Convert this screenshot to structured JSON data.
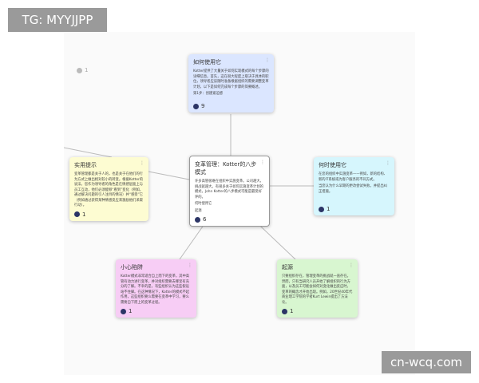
{
  "watermark_top": "TG: MYYJJPP",
  "watermark_bottom": "cn-wcq.com",
  "stray_badge": "1",
  "cards": {
    "top": {
      "title": "如何使用它",
      "body": "Kotter提供了大量关于如何实现模式的每个步骤的详细信息。首先，这在很大程度上取决于具体的职位，领导者应该随时准备根据组织的需要调整变革计划，以下是如何完成每个步骤的简要概述。",
      "extra": "第1步：创建紧迫感",
      "count": "9",
      "color": "#dbe6ff"
    },
    "center": {
      "title": "变革管理：Kotter的八步模式",
      "body": "许多高管很难在组织中实施变革。公司越大，挑战就越大。有很多关于如何实施变革计划的模式，John Kotter的八步模式可能是最受好评的。",
      "extra1": "何时使用它",
      "extra2": "起源",
      "count": "6",
      "color": "#ffffff"
    },
    "left": {
      "title": "实用提示",
      "body": "变革管理都是关于人的，也是关于在他们的行为方式上做出相对较小的转变。根据Kotter的说法，您作为领导者的角色是在情感层面上与员工互动，他们必须能够“看到”变化（例如，通过解决问题的引人注目的情况）并“感受”它（例如通过获得某种情感反应来激励他们采取行动）。",
      "count": "1",
      "color": "#fdfcd2"
    },
    "right": {
      "title": "何时使用它",
      "body": "在您的组织中实施变革——例如，新的结构、新的IT系统或为客户服务的不同方式。",
      "body2": "当您认为什么早期的更改尝试失败，并提出纠正措施。",
      "count": "1",
      "color": "#d6f6fd"
    },
    "bottom_left": {
      "title": "小心陷阱",
      "body": "Kotter模式非常适合自上而下的变革，其中高管有动力进行变革，并对组织需要去哪里有充分的了解。不幸的是，有些组织认为这些假设站不住脚。在这种情况下，Kotter的模式不起作用，这些组织要么需要在变革中学习，要么需要自下而上的变革过程。",
      "count": "1",
      "color": "#f7cdf5"
    },
    "bottom_right": {
      "title": "起源",
      "body": "只要组织存在，管理变革的挑战就一直存在。然而，只有当研究人员开始了解组织的行为方面，以及员工可能会如何对变化做出反应时，变革的概念才开始出现。例如，20世纪40年代商业理工学院的学者Kurt Lewin提出了方法论。",
      "count": "1",
      "color": "#d8f6d0"
    }
  }
}
